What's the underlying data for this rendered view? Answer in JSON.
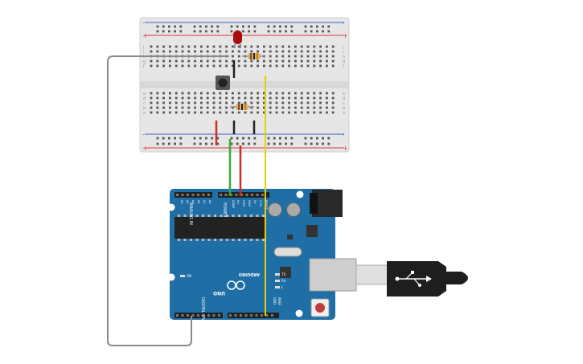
{
  "colors": {
    "board_blue": "#1f6ea6",
    "breadboard": "#e4e4e4",
    "rail_red": "#d8383a",
    "rail_blue": "#3a5fcd",
    "wire_green": "#3aa83a",
    "wire_red": "#d42a2a",
    "wire_yellow": "#e8d000",
    "wire_gray": "#8a8a8a",
    "wire_black": "#222222",
    "led_red": "#a80e0e"
  },
  "breadboard": {
    "plus_sign": "+",
    "minus_sign": "-",
    "row_letters_top": [
      "j",
      "i",
      "h",
      "g",
      "f"
    ],
    "row_letters_bottom": [
      "e",
      "d",
      "c",
      "b",
      "a"
    ]
  },
  "arduino": {
    "brand": "ARDUINO",
    "model": "UNO",
    "power_header": "POWER",
    "analog_header": "ANALOG IN",
    "digital_header": "DIGITAL (PWM ~)",
    "aref": "AREF",
    "gnd": "GND",
    "tx": "TX",
    "rx": "RX",
    "on": "ON",
    "l": "L",
    "power_pins": [
      "IOREF",
      "RESET",
      "3.3V",
      "5V",
      "GND",
      "GND",
      "Vin"
    ],
    "analog_pins": [
      "A0",
      "A1",
      "A2",
      "A3",
      "A4",
      "A5"
    ]
  }
}
